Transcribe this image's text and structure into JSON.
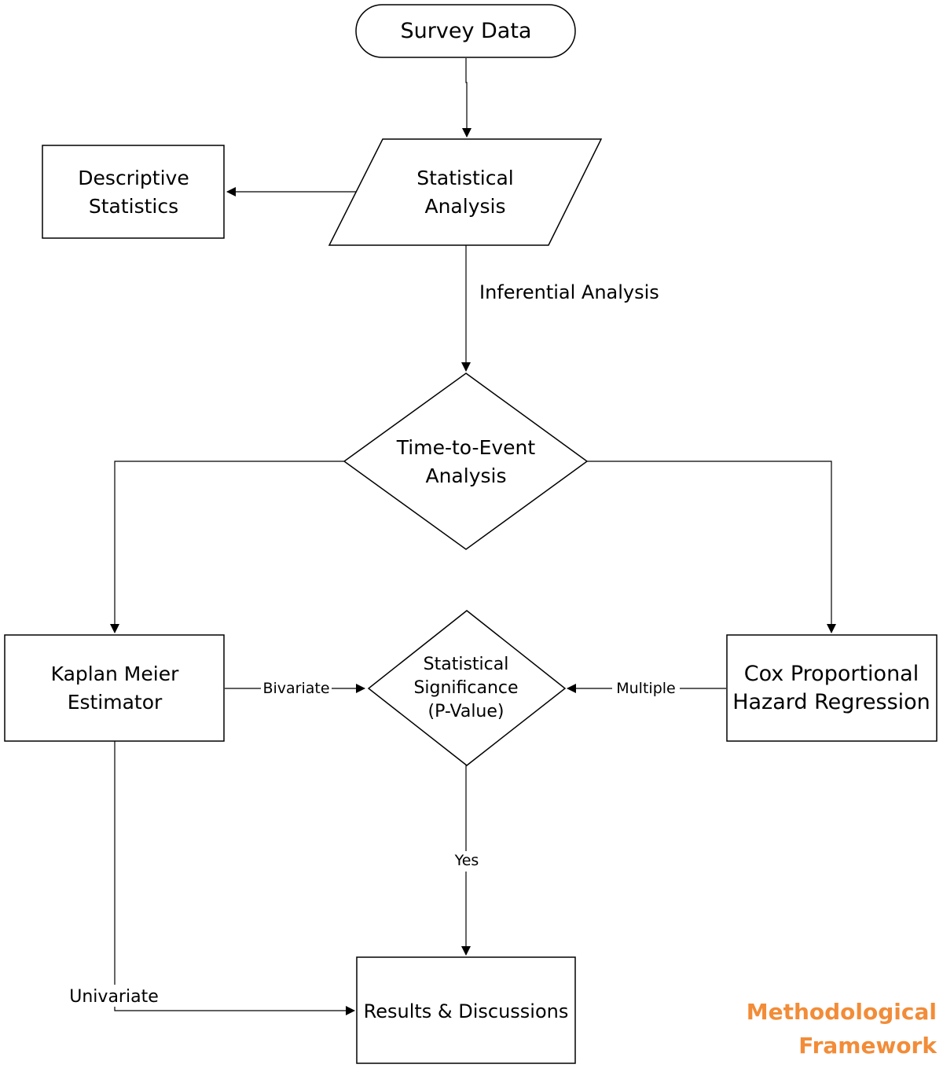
{
  "nodes": {
    "survey_data": {
      "text": "Survey Data"
    },
    "statistical_analysis": {
      "line1": "Statistical",
      "line2": "Analysis"
    },
    "descriptive_statistics": {
      "line1": "Descriptive",
      "line2": "Statistics"
    },
    "time_to_event": {
      "line1": "Time-to-Event",
      "line2": "Analysis"
    },
    "kaplan_meier": {
      "line1": "Kaplan Meier",
      "line2": "Estimator"
    },
    "cox_regression": {
      "line1": "Cox Proportional",
      "line2": "Hazard Regression"
    },
    "significance": {
      "line1": "Statistical",
      "line2": "Significance",
      "line3": "(P-Value)"
    },
    "results": {
      "text": "Results & Discussions"
    }
  },
  "edge_labels": {
    "inferential": "Inferential Analysis",
    "bivariate": "Bivariate",
    "multiple": "Multiple",
    "yes": "Yes",
    "univariate": "Univariate"
  },
  "title": {
    "line1": "Methodological",
    "line2": "Framework",
    "color": "#F28C38"
  }
}
